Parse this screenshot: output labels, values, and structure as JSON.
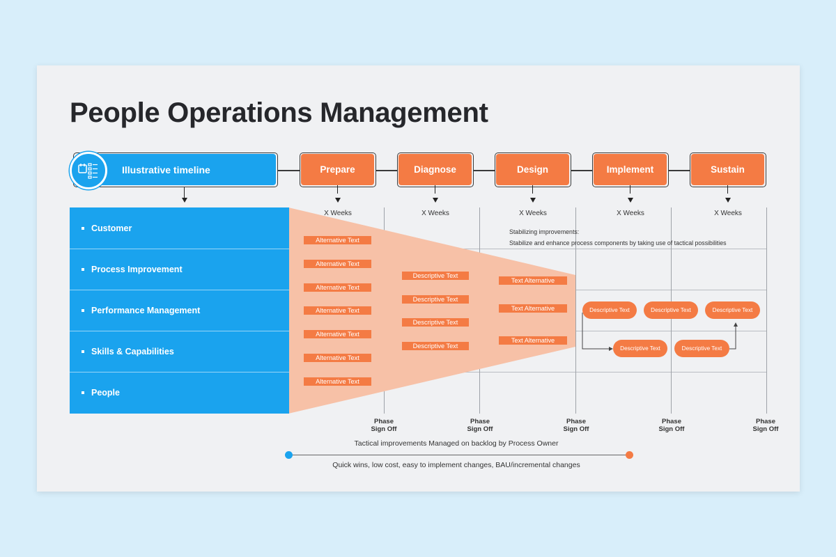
{
  "title": "People Operations Management",
  "timeline": {
    "label": "Illustrative timeline",
    "phases": [
      "Prepare",
      "Diagnose",
      "Design",
      "Implement",
      "Sustain"
    ],
    "duration": "X Weeks",
    "sign_off": [
      "Phase",
      "Sign Off"
    ]
  },
  "rows": [
    "Customer",
    "Process Improvement",
    "Performance Management",
    "Skills & Capabilities",
    "People"
  ],
  "prepare_tags": [
    "Alternative Text",
    "Alternative Text",
    "Alternative Text",
    "Alternative Text",
    "Alternative Text",
    "Alternative Text",
    "Alternative Text"
  ],
  "diagnose_tags": [
    "Descriptive Text",
    "Descriptive Text",
    "Descriptive Text",
    "Descriptive Text"
  ],
  "design_tags": [
    "Text Alternative",
    "Text Alternative",
    "Text Alternative"
  ],
  "notes": {
    "heading": "Stabilizing improvements:",
    "body": "Stabilize and enhance process components by taking use of tactical possibilities"
  },
  "flow_pills": [
    "Descriptive Text",
    "Descriptive Text",
    "Descriptive Text",
    "Descriptive Text",
    "Descriptive Text"
  ],
  "bottom": {
    "top_caption": "Tactical improvements Managed on backlog by Process Owner",
    "bottom_caption": "Quick wins, low cost, easy to implement changes, BAU/incremental changes"
  },
  "colors": {
    "orange": "#f47b44",
    "blue": "#1aa3ee",
    "funnel": "#f7c1a7",
    "background": "#d8eefa"
  },
  "icons": [
    "checklist-calendar-icon"
  ]
}
